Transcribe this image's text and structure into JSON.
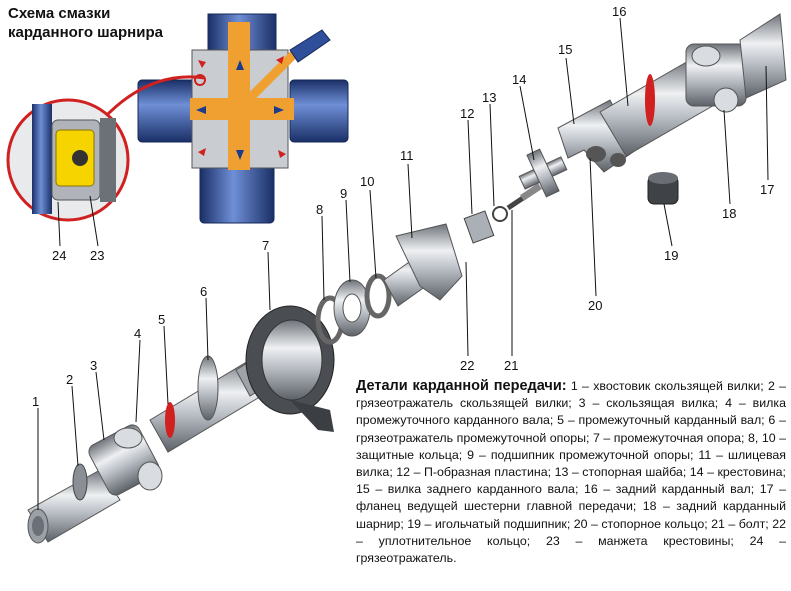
{
  "title": "Схема смазки\nкарданного шарнира",
  "legend_heading": "Детали карданной передачи:",
  "legend_text": " 1 – хвостовик скользящей вилки; 2 – грязеотражатель скользящей вилки; 3 – скользящая вилка; 4 – вилка промежуточного карданного вала; 5 – промежуточный карданный вал; 6 – грязеотражатель промежуточной опоры; 7 – промежуточная опора; 8, 10 – защитные кольца; 9 – подшипник промежуточной опоры; 11 – шлицевая вилка; 12 – П-образная пластина; 13 – стопорная шайба; 14 – крестовина; 15 – вилка заднего карданного вала; 16 – задний карданный вал; 17 – фланец ведущей шестерни главной передачи; 18 – задний карданный шарнир; 19 – игольчатый подшипник; 20 – стопорное кольцо; 21 – болт; 22 – уплотнительное кольцо; 23 – манжета крестовины; 24 – грязеотражатель.",
  "callouts": [
    "1",
    "2",
    "3",
    "4",
    "5",
    "6",
    "7",
    "8",
    "9",
    "10",
    "11",
    "12",
    "13",
    "14",
    "15",
    "16",
    "17",
    "18",
    "19",
    "20",
    "21",
    "22",
    "23",
    "24"
  ],
  "colors": {
    "metal": "#b8bdc4",
    "cap_blue": "#2f4f9a",
    "oil_orange": "#f0a030",
    "accent_red": "#d02020",
    "seal_yellow": "#f5d400"
  }
}
